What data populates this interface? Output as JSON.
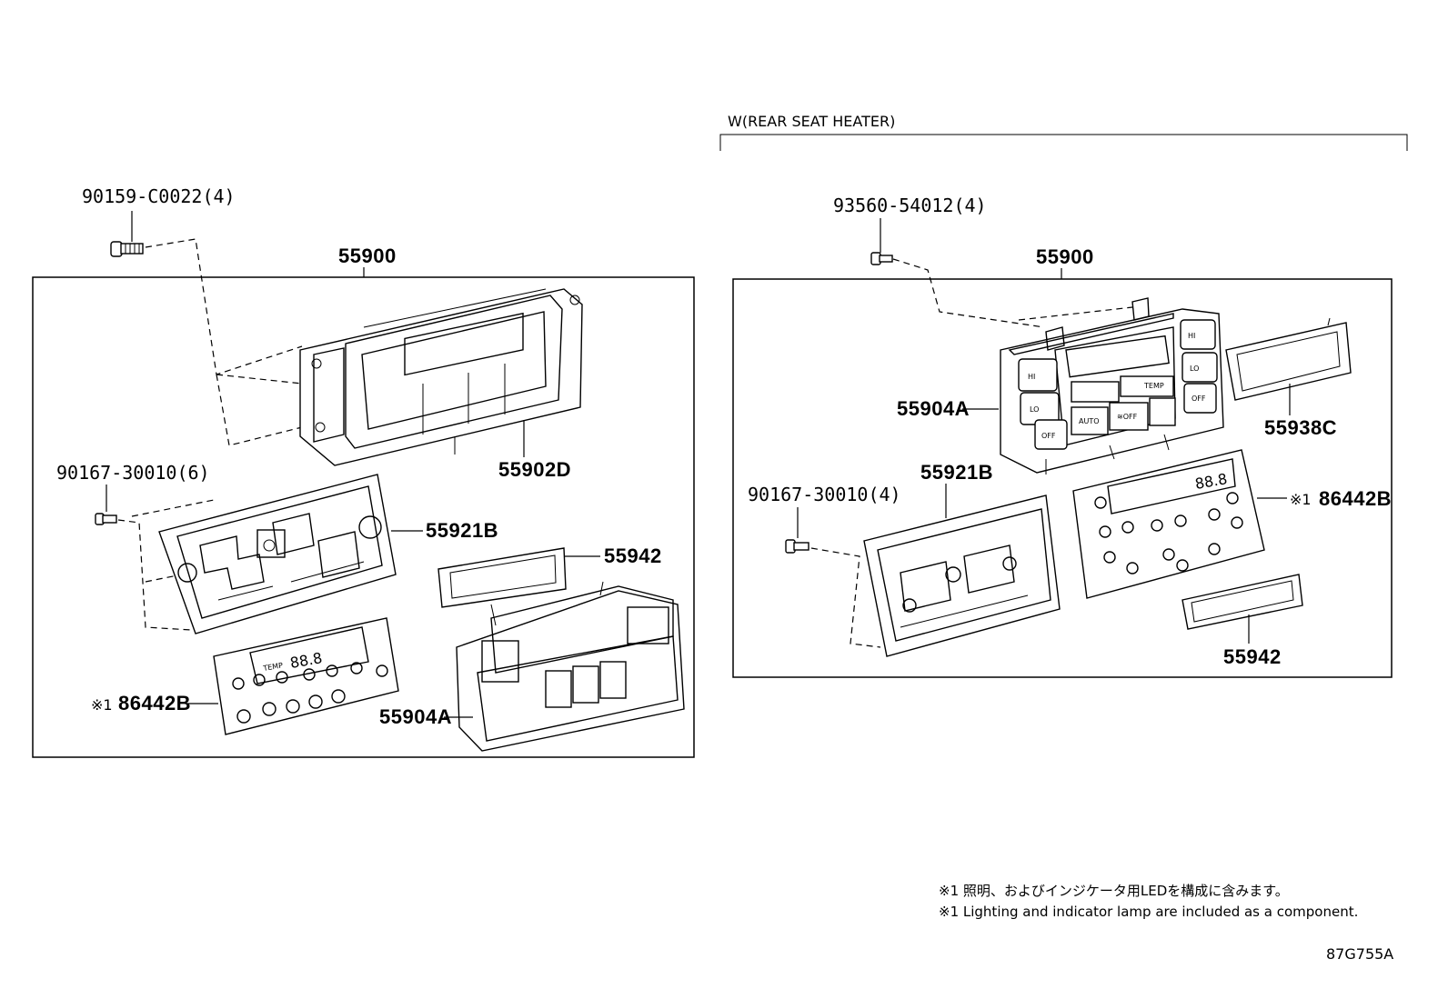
{
  "header": {
    "variant_label": "W(REAR SEAT HEATER)"
  },
  "left_group": {
    "screw_top": "90159-C0022(4)",
    "assembly": "55900",
    "bezel": "55902D",
    "screw_mid": "90167-30010(6)",
    "bracket": "55921B",
    "lens": "55942",
    "board_prefix": "※1",
    "board": "86442B",
    "panel": "55904A"
  },
  "right_group": {
    "screw_top": "93560-54012(4)",
    "assembly": "55900",
    "panel": "55904A",
    "cover": "55938C",
    "bracket": "55921B",
    "screw_mid": "90167-30010(4)",
    "board_prefix": "※1",
    "board": "86442B",
    "lens": "55942",
    "panel_text": {
      "hi": "HI",
      "lo": "LO",
      "off": "OFF",
      "temp": "TEMP",
      "auto": "AUTO",
      "s_off": "≋OFF"
    }
  },
  "footnotes": {
    "note_jp": "※1 照明、およびインジケータ用LEDを構成に含みます。",
    "note_en": "※1 Lighting and indicator lamp are included as a component."
  },
  "figure_id": "87G755A",
  "left_board_display": {
    "temp": "TEMP",
    "value": "88.8"
  },
  "right_board_display": {
    "value": "88.8"
  }
}
